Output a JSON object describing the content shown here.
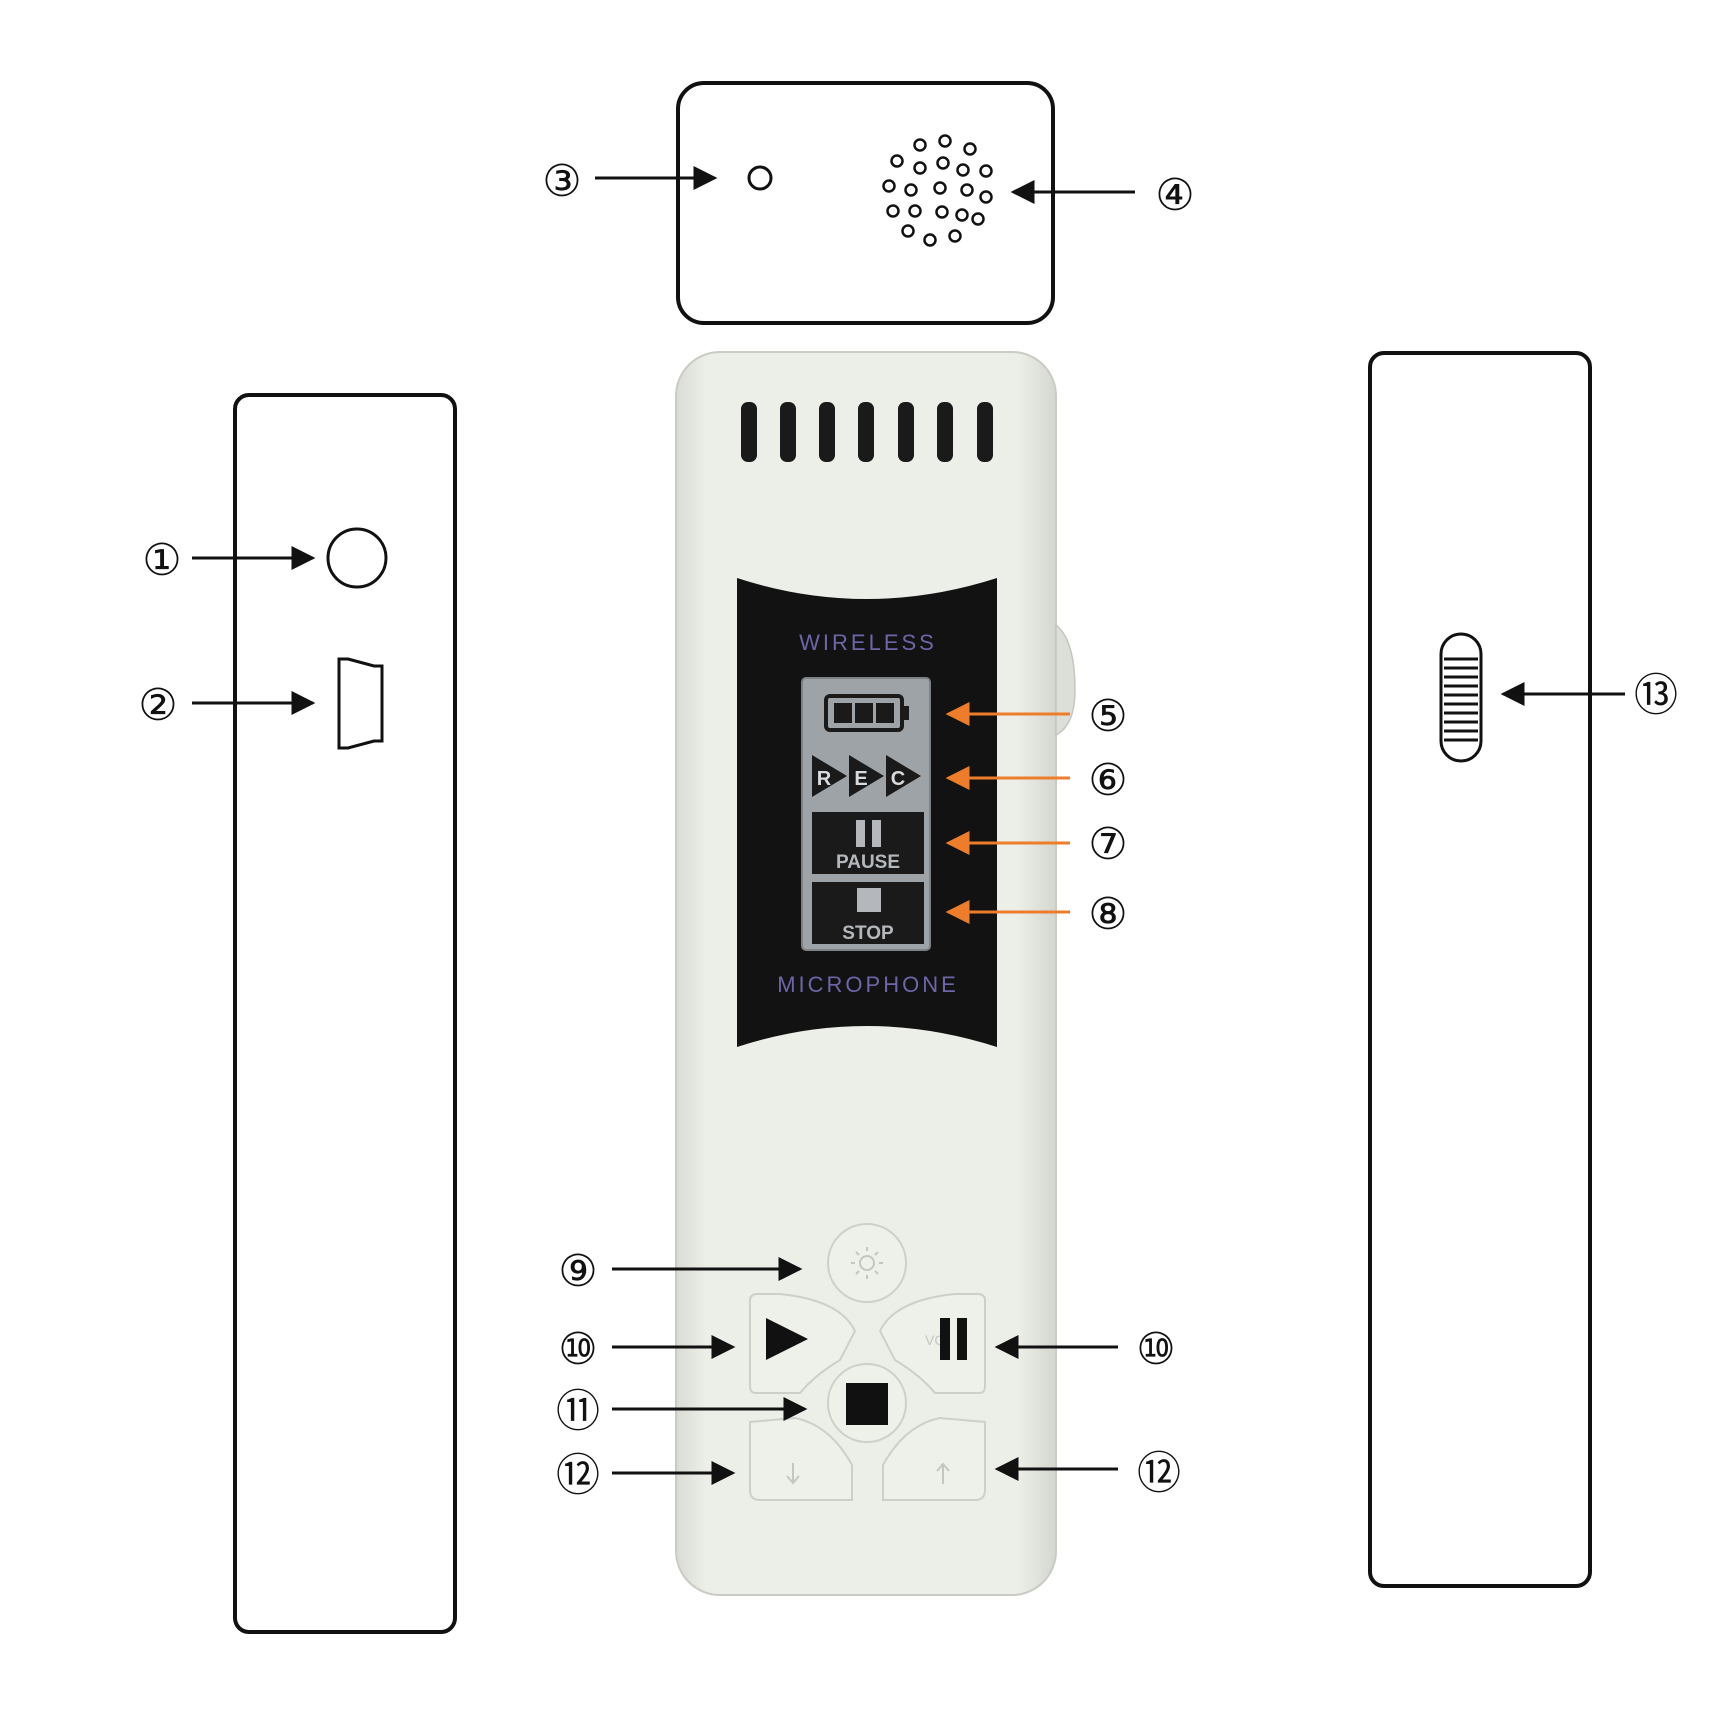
{
  "device": {
    "panel_top_label": "WIRELESS",
    "panel_bottom_label": "MICROPHONE",
    "rec_letters": [
      "R",
      "E",
      "C"
    ],
    "pause_label": "PAUSE",
    "stop_label": "STOP",
    "button_text_vol": "VO"
  },
  "callouts": {
    "c1": "①",
    "c2": "②",
    "c3": "③",
    "c4": "④",
    "c5": "⑤",
    "c6": "⑥",
    "c7": "⑦",
    "c8": "⑧",
    "c9": "⑨",
    "c10_left": "⑩",
    "c10_right": "⑩",
    "c11": "⑪",
    "c12_left": "⑫",
    "c12_right": "⑫",
    "c13": "⑬"
  },
  "colors": {
    "outline": "#111111",
    "device_body": "#e9ebe4",
    "button": "#eef0ea",
    "panel_dark": "#121212",
    "screen_bg": "#9ea3a8",
    "screen_dark": "#1a1a1a",
    "panel_text": "#6c66a8",
    "orange_arrow": "#ee7d2b"
  },
  "icons": {
    "light_button": "sun-icon",
    "play_button": "play-icon",
    "pause_button": "pause-icon",
    "stop_button": "stop-icon",
    "down_button": "arrow-down-icon",
    "up_button": "arrow-up-icon"
  }
}
